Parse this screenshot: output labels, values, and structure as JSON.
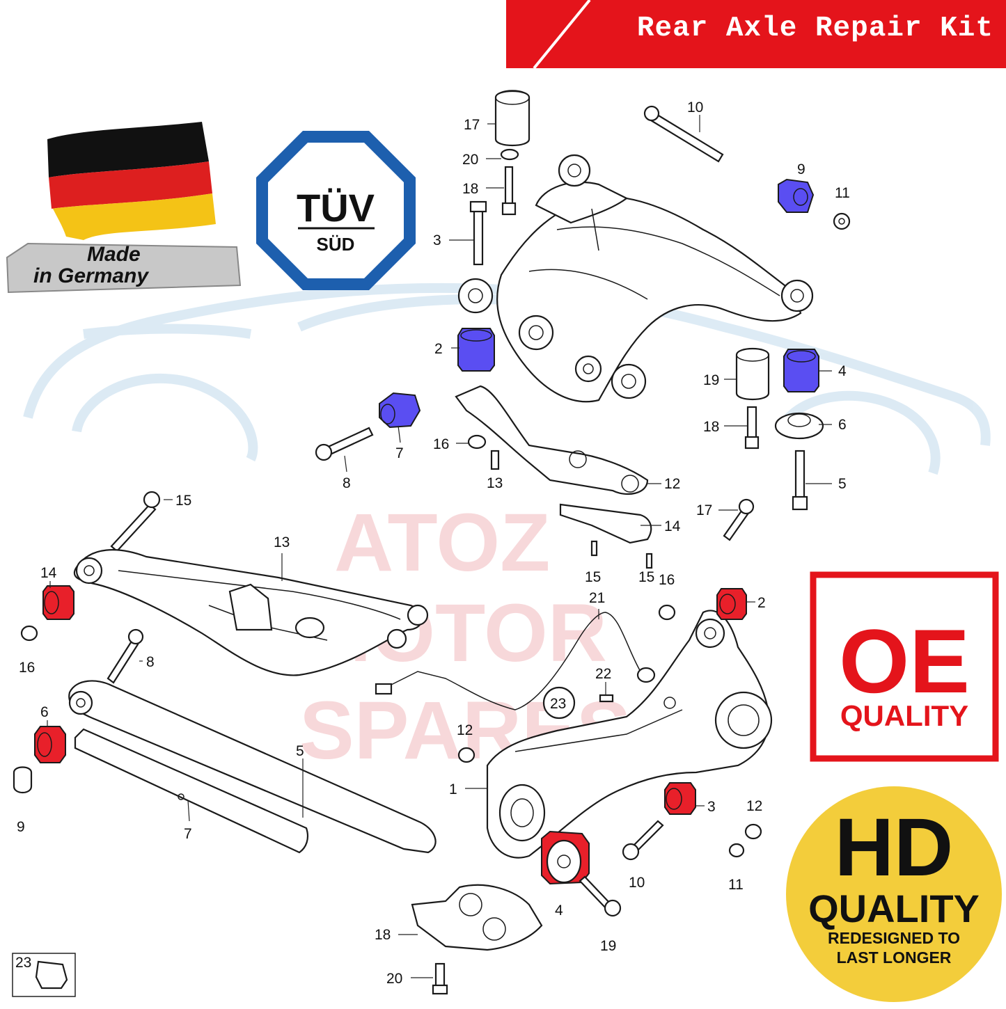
{
  "banner": {
    "title": "Rear Axle Repair Kit"
  },
  "badges": {
    "made_in": {
      "line1": "Made",
      "line2": "in Germany"
    },
    "tuv": {
      "line1": "TÜV",
      "line2": "SÜD"
    },
    "oe": {
      "big": "OE",
      "small": "QUALITY"
    },
    "hd": {
      "big": "HD",
      "mid": "QUALITY",
      "sub1": "REDESIGNED TO",
      "sub2": "LAST LONGER"
    }
  },
  "watermark": {
    "line1": "ATOZ",
    "line2": "MOTOR",
    "line3": "SPARES"
  },
  "colors": {
    "banner_red": "#e4141b",
    "blue_bushing": "#5a4ef2",
    "red_bushing": "#e8202a",
    "tuv_blue": "#1d5fae",
    "hd_yellow": "#f3cd3b"
  },
  "callouts": {
    "c17a": "17",
    "c20a": "20",
    "c18a": "18",
    "c3a": "3",
    "c10a": "10",
    "c9a": "9",
    "c11a": "11",
    "c2a": "2",
    "c4a": "4",
    "c19a": "19",
    "c6a": "6",
    "c18b": "18",
    "c5a": "5",
    "c7a": "7",
    "c8a": "8",
    "c16a": "16",
    "c13a": "13",
    "c12a": "12",
    "c14a": "14",
    "c15a": "15",
    "c15b": "15",
    "c15c": "15",
    "c17b": "17",
    "c13b": "13",
    "c14b": "14",
    "c16b": "16",
    "c21": "21",
    "c16c": "16",
    "c2b": "2",
    "c22": "22",
    "c8b": "8",
    "c6b": "6",
    "c23a": "23",
    "c12b": "12",
    "c5b": "5",
    "c1": "1",
    "c9b": "9",
    "c7b": "7",
    "c3b": "3",
    "c12c": "12",
    "c10b": "10",
    "c11b": "11",
    "c4b": "4",
    "c18c": "18",
    "c19b": "19",
    "c20b": "20",
    "c23b": "23"
  }
}
